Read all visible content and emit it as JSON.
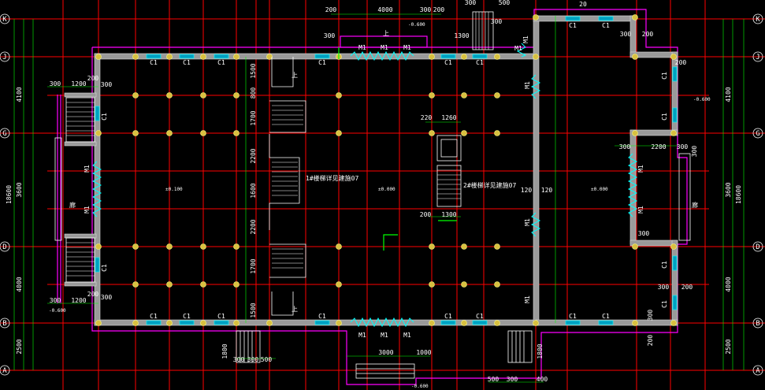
{
  "grid_axes": {
    "horizontal": [
      {
        "label": "K"
      },
      {
        "label": "J"
      },
      {
        "label": "G"
      },
      {
        "label": "D"
      },
      {
        "label": "B"
      },
      {
        "label": "A"
      }
    ]
  },
  "dims": {
    "top_4000": "4000",
    "top_200": "200",
    "top_300a": "300",
    "top_200b": "200",
    "top_300b": "300",
    "top_500": "500",
    "top_20": "20",
    "left_1200a": "1200",
    "left_300a": "300",
    "left_200a": "200",
    "left_300b": "300",
    "left_1200b": "1200",
    "left_300c": "300",
    "left_200b": "200",
    "left_300d": "300",
    "col_1500": "1500",
    "col_800": "800",
    "col_1700a": "1700",
    "col_2200a": "2200",
    "col_1600": "1600",
    "col_2200b": "2200",
    "col_1700b": "1700",
    "col_1500b": "1500",
    "mid_220": "220",
    "mid_1260": "1260",
    "mid_200": "200",
    "mid_1300": "1300",
    "wall_120a": "120",
    "wall_120b": "120",
    "right_300a": "300",
    "right_200a": "200",
    "right_300b": "300",
    "right_2200": "2200",
    "right_300c": "300",
    "right_300d": "300",
    "right_300e": "300",
    "right_200b": "200",
    "right_300f": "300",
    "right_200c": "200",
    "right_300g": "300",
    "right_200d": "200",
    "bot_3000": "3000",
    "bot_1000": "1000",
    "bot_500": "500",
    "bot_300a": "300",
    "bot_400": "400",
    "bot_1800": "1800",
    "bot_300b": "300",
    "bot_300c": "300",
    "bot_500b": "500",
    "bot_1800b": "1800",
    "left_total": "18600",
    "right_total": "18600",
    "left_3600": "3600",
    "left_4000": "4000",
    "left_4100": "4100",
    "left_2500": "2500",
    "right_3600": "3600",
    "right_4000": "4000",
    "right_4100": "4100",
    "right_2500": "2500",
    "top_1300": "1300",
    "top_300c": "300",
    "top_300d": "300"
  },
  "labels": {
    "stair1": "1#楼梯详见建施07",
    "stair2": "2#楼梯详见建施07",
    "lvl_left": "±0.100",
    "lvl_mid": "±0.000",
    "lvl_right": "±0.000",
    "lvl_ext_right": "-0.600",
    "lvl_ext_left": "-0.600",
    "lvl_ext_top": "-0.600",
    "lvl_ext_bot": "-0.600",
    "up": "上",
    "window": "C1",
    "door": "M1",
    "corridor": "廊"
  }
}
